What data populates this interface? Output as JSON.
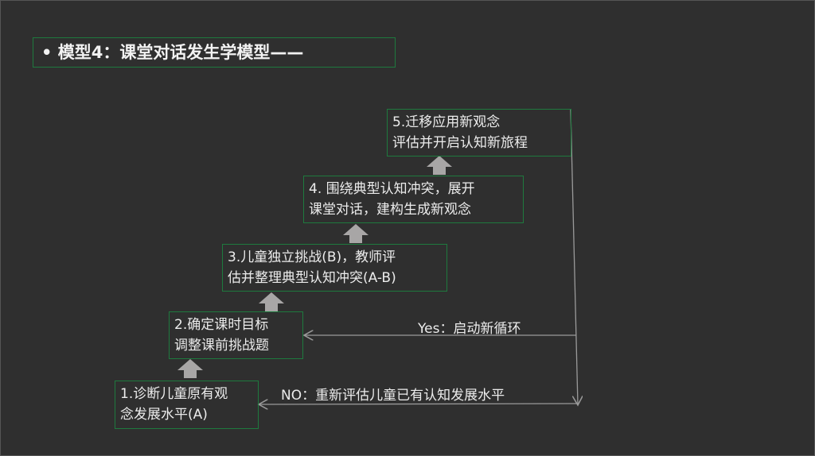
{
  "title": "•  模型4：课堂对话发生学模型——",
  "steps": [
    {
      "line1": "1.诊断儿童原有观",
      "line2": "念发展水平(A)"
    },
    {
      "line1": "2.确定课时目标",
      "line2": "调整课前挑战题"
    },
    {
      "line1": "3.儿童独立挑战(B)，教师评",
      "line2": "估并整理典型认知冲突(A-B)"
    },
    {
      "line1": "4. 围绕典型认知冲突，展开",
      "line2": "课堂对话，建构生成新观念"
    },
    {
      "line1": "5.迁移应用新观念",
      "line2": "评估并开启认知新旅程"
    }
  ],
  "yes_label": "Yes：启动新循环",
  "no_label": "NO：重新评估儿童已有认知发展水平",
  "colors": {
    "background": "#2f2f2f",
    "border": "#1e7a3e",
    "arrow": "#a8a6a6",
    "line": "#9a9a9a"
  }
}
